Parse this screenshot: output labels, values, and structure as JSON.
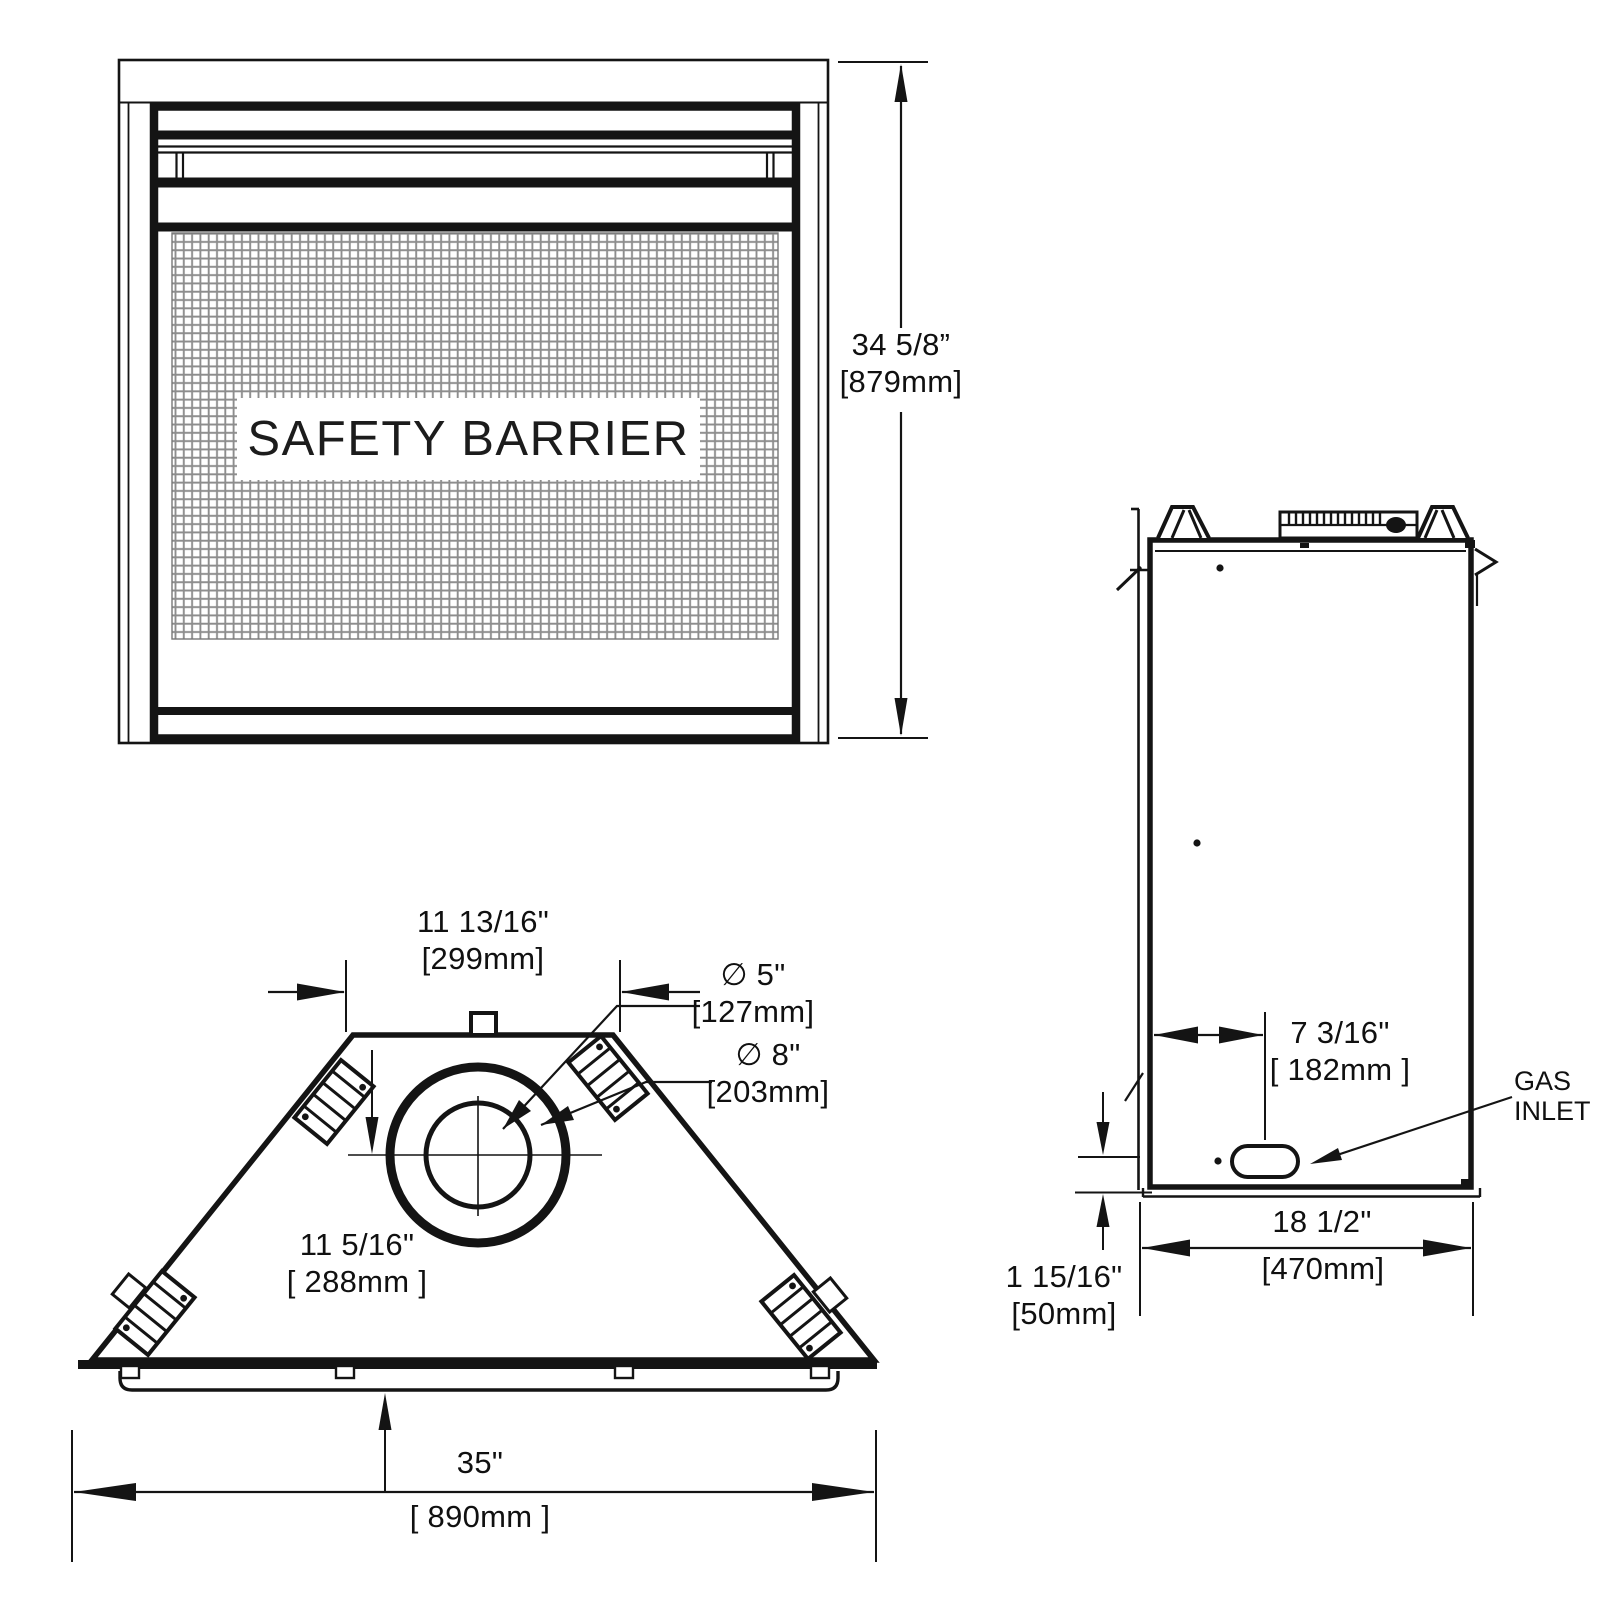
{
  "labels": {
    "safety_barrier": "SAFETY BARRIER",
    "gas_inlet": "GAS INLET"
  },
  "dims": {
    "front_height": {
      "in": "34 5/8”",
      "mm": "[879mm]"
    },
    "top_width": {
      "in": "11 13/16\"",
      "mm": "[299mm]"
    },
    "flue_inner_dia": {
      "in": "∅ 5\"",
      "mm": "[127mm]"
    },
    "flue_outer_dia": {
      "in": "∅ 8\"",
      "mm": "[203mm]"
    },
    "flue_center_depth": {
      "in": "11 5/16\"",
      "mm": "[ 288mm ]"
    },
    "base_width": {
      "in": "35\"",
      "mm": "[ 890mm ]"
    },
    "gas_inlet_offset": {
      "in": "7 3/16\"",
      "mm": "[ 182mm ]"
    },
    "unit_depth": {
      "in": "18 1/2\"",
      "mm": "[470mm]"
    },
    "gas_inlet_height": {
      "in": "1 15/16\"",
      "mm": "[50mm]"
    }
  }
}
